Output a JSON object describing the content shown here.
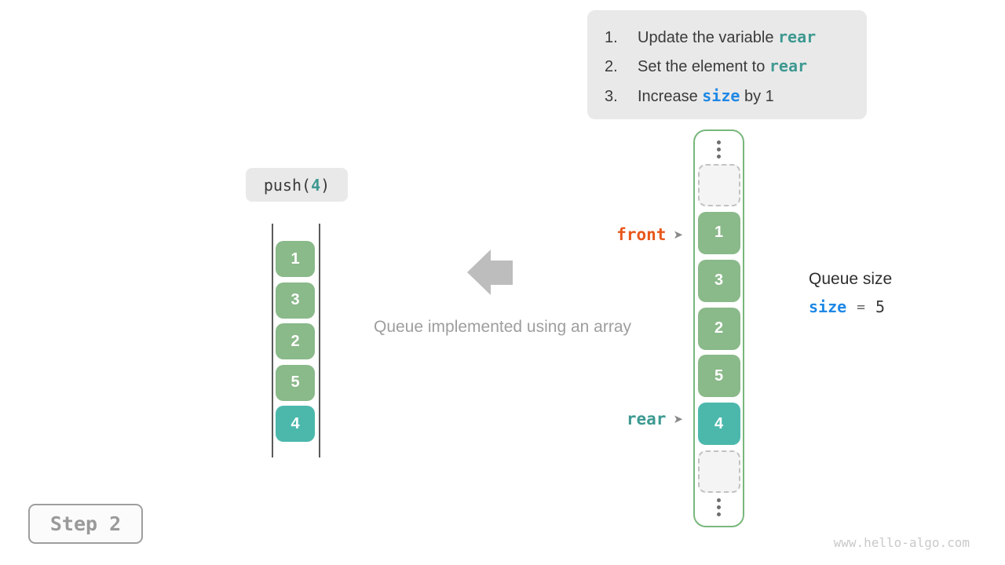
{
  "instructions": {
    "items": [
      {
        "num": "1.",
        "pre": "Update the variable ",
        "code": "rear",
        "post": ""
      },
      {
        "num": "2.",
        "pre": "Set the element to ",
        "code": "rear",
        "post": ""
      },
      {
        "num": "3.",
        "pre": "Increase ",
        "code": "size",
        "post": " by 1"
      }
    ]
  },
  "operation": {
    "prefix": "push(",
    "arg": "4",
    "suffix": ")"
  },
  "left_queue": {
    "values": [
      "1",
      "3",
      "2",
      "5",
      "4"
    ]
  },
  "caption": "Queue implemented using an array",
  "array": {
    "values": [
      "1",
      "3",
      "2",
      "5",
      "4"
    ]
  },
  "pointers": {
    "front_label": "front",
    "rear_label": "rear",
    "arrow_glyph": "➤"
  },
  "queue_size": {
    "title": "Queue size",
    "var": "size",
    "eq": "=",
    "value": "5"
  },
  "step_label": "Step 2",
  "watermark": "www.hello-algo.com",
  "colors": {
    "cell_green": "#8ab98a",
    "cell_teal": "#4cb8ac",
    "array_border_green": "#79b77c",
    "code_teal": "#3d9991",
    "code_blue": "#1e88e5",
    "front_orange": "#e8581c",
    "panel_gray": "#e9e9e9",
    "muted_gray": "#9e9e9e"
  }
}
